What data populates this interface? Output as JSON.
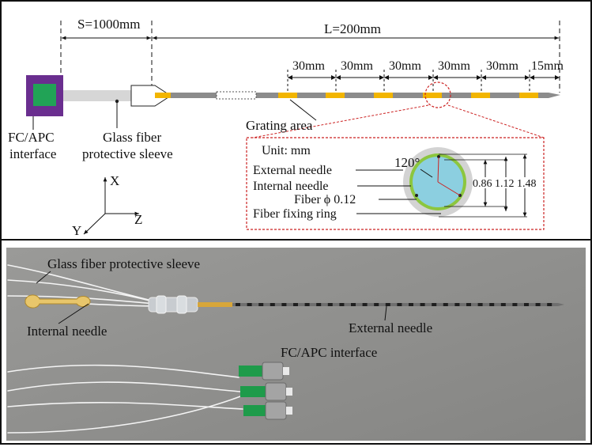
{
  "top": {
    "dim_s": "S=1000mm",
    "dim_l": "L=200mm",
    "spacing": [
      "30mm",
      "30mm",
      "30mm",
      "30mm",
      "30mm",
      "15mm"
    ],
    "fc_label_line1": "FC/APC",
    "fc_label_line2": "interface",
    "sleeve_label_line1": "Glass fiber",
    "sleeve_label_line2": "protective sleeve",
    "grating_label": "Grating area",
    "axes": {
      "x": "X",
      "y": "Y",
      "z": "Z"
    }
  },
  "inset": {
    "unit": "Unit: mm",
    "angle": "120°",
    "labels": {
      "external": "External needle",
      "internal": "Internal needle",
      "fiber": "Fiber ϕ 0.12",
      "ring": "Fiber fixing ring"
    },
    "dims": [
      "0.86",
      "1.12",
      "1.48"
    ]
  },
  "photo": {
    "sleeve": "Glass fiber protective sleeve",
    "internal": "Internal needle",
    "external": "External needle",
    "fc": "FC/APC interface"
  },
  "colors": {
    "connector_outer": "#6a2e8f",
    "connector_inner": "#21a356",
    "grating": "#f2b500",
    "needle": "#8c8c8c",
    "sleeve": "#d6d6d6",
    "inset_border": "#cc2222",
    "cross_inner": "#8ccfe0",
    "cross_ring": "#8cc63f",
    "cross_outer": "#d3d3d3",
    "photo_bg": "#8f8f8d"
  }
}
